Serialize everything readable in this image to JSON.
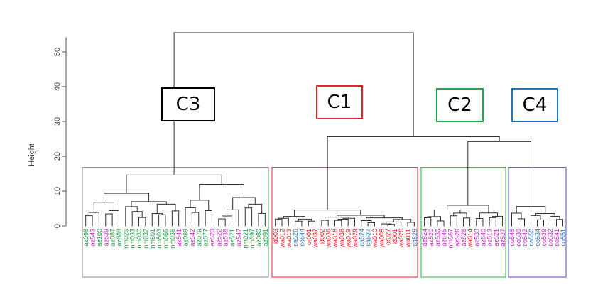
{
  "chart_data": {
    "type": "dendrogram",
    "ylabel": "Height",
    "ylim": [
      0,
      55
    ],
    "yticks": [
      0,
      10,
      20,
      30,
      40,
      50
    ],
    "clusters": [
      {
        "name": "C3",
        "color": "#000000",
        "leaves": [
          {
            "label": "az098",
            "group": "green"
          },
          {
            "label": "az543",
            "group": "magenta"
          },
          {
            "label": "az100",
            "group": "green"
          },
          {
            "label": "az539",
            "group": "magenta"
          },
          {
            "label": "az087",
            "group": "green"
          },
          {
            "label": "az088",
            "group": "green"
          },
          {
            "label": "nm029",
            "group": "green"
          },
          {
            "label": "nm033",
            "group": "green"
          },
          {
            "label": "nm030",
            "group": "green"
          },
          {
            "label": "nm032",
            "group": "green"
          },
          {
            "label": "nm501",
            "group": "green"
          },
          {
            "label": "nm503",
            "group": "green"
          },
          {
            "label": "nm566",
            "group": "green"
          },
          {
            "label": "nm036",
            "group": "green"
          },
          {
            "label": "az541",
            "group": "magenta"
          },
          {
            "label": "az089",
            "group": "green"
          },
          {
            "label": "az542",
            "group": "magenta"
          },
          {
            "label": "az079",
            "group": "green"
          },
          {
            "label": "az077",
            "group": "green"
          },
          {
            "label": "az523",
            "group": "magenta"
          },
          {
            "label": "az522",
            "group": "magenta"
          },
          {
            "label": "az538",
            "group": "magenta"
          },
          {
            "label": "az571",
            "group": "green"
          },
          {
            "label": "az547",
            "group": "magenta"
          },
          {
            "label": "nm021",
            "group": "green"
          },
          {
            "label": "nm397",
            "group": "green"
          },
          {
            "label": "az080",
            "group": "green"
          },
          {
            "label": "az091",
            "group": "green"
          }
        ]
      },
      {
        "name": "C1",
        "color": "#e8262a",
        "leaves": [
          {
            "label": "id003",
            "group": "red"
          },
          {
            "label": "wa012",
            "group": "red"
          },
          {
            "label": "wa013",
            "group": "red"
          },
          {
            "label": "ca526",
            "group": "blue"
          },
          {
            "label": "co544",
            "group": "blue"
          },
          {
            "label": "or001",
            "group": "red"
          },
          {
            "label": "wa037",
            "group": "red"
          },
          {
            "label": "id002",
            "group": "red"
          },
          {
            "label": "wa036",
            "group": "red"
          },
          {
            "label": "wa016",
            "group": "red"
          },
          {
            "label": "wa038",
            "group": "red"
          },
          {
            "label": "wa019",
            "group": "red"
          },
          {
            "label": "wa029",
            "group": "red"
          },
          {
            "label": "ca524",
            "group": "blue"
          },
          {
            "label": "ca527",
            "group": "blue"
          },
          {
            "label": "wa010",
            "group": "red"
          },
          {
            "label": "wa009",
            "group": "red"
          },
          {
            "label": "or027",
            "group": "red"
          },
          {
            "label": "id001",
            "group": "red"
          },
          {
            "label": "wa026",
            "group": "red"
          },
          {
            "label": "wa011",
            "group": "red"
          },
          {
            "label": "ca525",
            "group": "blue"
          }
        ]
      },
      {
        "name": "C2",
        "color": "#1faa4a",
        "leaves": [
          {
            "label": "az524",
            "group": "magenta"
          },
          {
            "label": "az520",
            "group": "magenta"
          },
          {
            "label": "az530",
            "group": "magenta"
          },
          {
            "label": "az545",
            "group": "magenta"
          },
          {
            "label": "nm567",
            "group": "magenta"
          },
          {
            "label": "az526",
            "group": "magenta"
          },
          {
            "label": "az528",
            "group": "magenta"
          },
          {
            "label": "wa014",
            "group": "red"
          },
          {
            "label": "az533",
            "group": "magenta"
          },
          {
            "label": "az540",
            "group": "magenta"
          },
          {
            "label": "az513",
            "group": "magenta"
          },
          {
            "label": "az521",
            "group": "magenta"
          },
          {
            "label": "az527",
            "group": "magenta"
          }
        ]
      },
      {
        "name": "C4",
        "color": "#1f77b4",
        "leaves": [
          {
            "label": "co548",
            "group": "magenta"
          },
          {
            "label": "co538",
            "group": "magenta"
          },
          {
            "label": "co542",
            "group": "magenta"
          },
          {
            "label": "co550",
            "group": "blue"
          },
          {
            "label": "co534",
            "group": "blue"
          },
          {
            "label": "co539",
            "group": "magenta"
          },
          {
            "label": "co532",
            "group": "magenta"
          },
          {
            "label": "co541",
            "group": "magenta"
          },
          {
            "label": "co551",
            "group": "blue"
          }
        ]
      }
    ],
    "colors": {
      "green": "#1a9a3e",
      "magenta": "#c71fc7",
      "red": "#e8141b",
      "blue": "#2a6fb8",
      "axis": "#555555",
      "tree": "#333333",
      "box_c3": "#888888",
      "box_c1": "#e8262a",
      "box_c2": "#27b34a",
      "box_c4": "#4a4ad0"
    }
  }
}
